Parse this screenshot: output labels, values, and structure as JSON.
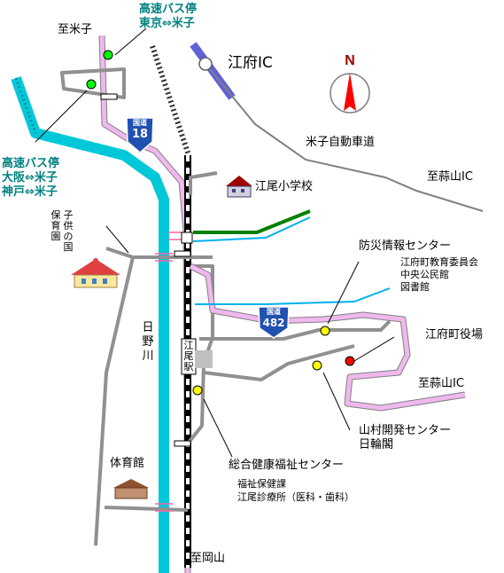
{
  "labels": {
    "to_yonago": "至米子",
    "bus_stop_tokyo_title": "高速バス停",
    "bus_stop_tokyo_route": "東京⇔米子",
    "bus_stop_osaka_title": "高速バス停",
    "bus_stop_osaka_route1": "大阪⇔米子",
    "bus_stop_osaka_route2": "神戸⇔米子",
    "ic_efu": "江府IC",
    "expressway": "米子自動車道",
    "to_hiruzen_top": "至蒜山IC",
    "to_hiruzen_right": "至蒜山IC",
    "school": "江尾小学校",
    "nursery": "保育園",
    "children_land": "子供の国",
    "disaster_center": "防災情報センター",
    "edu_board": "江府町教育委員会",
    "community_hall": "中央公民館",
    "library": "図書館",
    "town_office": "江府町役場",
    "river": "日野川",
    "station": "江尾駅",
    "village_center": "山村開発センター",
    "nichirinkaku": "日輪閣",
    "welfare_center": "総合健康福祉センター",
    "welfare_section": "福祉保健課",
    "clinic": "江尾診療所（医科・歯科）",
    "gym": "体育館",
    "to_okayama": "至岡山",
    "north": "N"
  },
  "routes": {
    "national_18": "18",
    "national_18_tag": "国道",
    "national_482": "482",
    "national_482_tag": "国道"
  },
  "colors": {
    "river": "#00c8d8",
    "national_road": "#e8a0e0",
    "local_road": "#808080",
    "expressway": "#6060d8",
    "rail": "#000000",
    "stream": "#00b0f0",
    "green_stream": "#008000",
    "route_shield": "#2050b0",
    "marker_yellow": "#ffff00",
    "marker_red": "#ff0000",
    "marker_green": "#00ff00"
  }
}
